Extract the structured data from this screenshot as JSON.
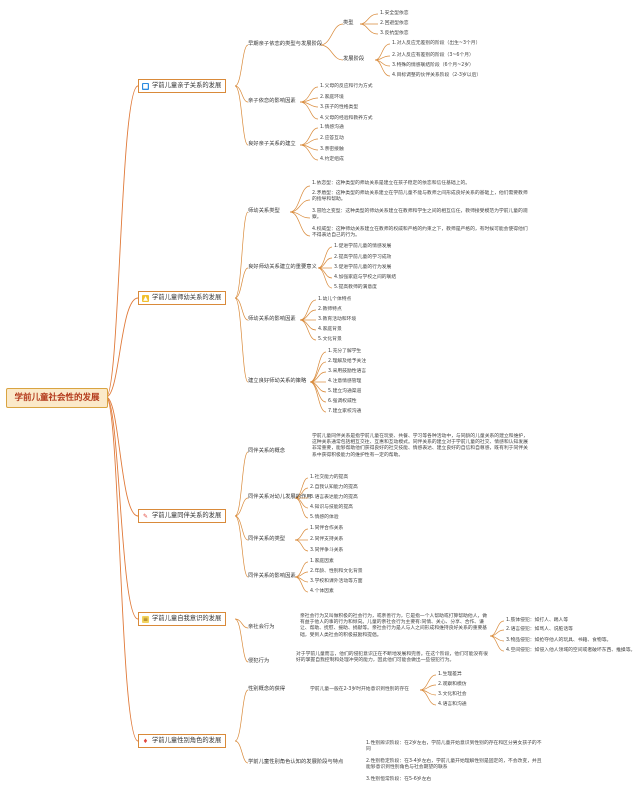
{
  "root": "学前儿童社会性的发展",
  "colors": {
    "connector": "#e07a3a",
    "root_fill": "#fbe9c9",
    "root_text": "#b33a1c"
  },
  "s1": {
    "title": "学前儿童亲子关系的发展",
    "icon": "blue-square-icon",
    "a": {
      "title": "早期亲子依恋的类型与发展阶段",
      "types": {
        "title": "类型",
        "items": [
          "1.安全型依恋",
          "2.回避型依恋",
          "3.反抗型依恋"
        ]
      },
      "stages": {
        "title": "发展阶段",
        "items": [
          "1.对人反应无差别的阶段（出生~3个月）",
          "2.对人反应有差别的阶段（3~6个月）",
          "3.特殊的情感联结阶段（6个月~2岁）",
          "4.目标调整的伙伴关系阶段（2-3岁以后）"
        ]
      }
    },
    "b": {
      "title": "亲子依恋的影响因素",
      "items": [
        "1.父母的反应和行为方式",
        "2.家庭环境",
        "3.孩子的性格类型",
        "4.父母的经验和教养方式"
      ]
    },
    "c": {
      "title": "良好亲子关系的建立",
      "items": [
        "1.情感沟通",
        "2.应答互动",
        "3.亲密接触",
        "4.约定组成"
      ]
    }
  },
  "s2": {
    "title": "学前儿童师幼关系的发展",
    "icon": "yellow-square-icon",
    "a": {
      "title": "师幼关系类型",
      "items": [
        "1.依恋型：这种类型的师幼关系是建立在孩子稳定的依恋和信任基础上的。",
        "2.矛盾型：这种类型的师幼关系建立在学前儿童不能与教师之间形成良好关系的基础上，他们需要教师的指导和帮助。",
        "3.冒险之变型：这种类型的师幼关系建立在教师和学生之间的相互信任，教师接受模范为学前儿童的观察。",
        "4.权威型：这种师幼关系建立在教师的权威和严格的约束之下，教师是严格的，有时候可能会使得他们不得表达自己的行为。"
      ]
    },
    "b": {
      "title": "良好师幼关系建立的重要意义",
      "items": [
        "1.促进学前儿童的情感发展",
        "2.提高学前儿童的学习成效",
        "3.促进学前儿童的行为发展",
        "4.加强家庭与学校之间的联结",
        "5.提高教师的满意度"
      ]
    },
    "c": {
      "title": "师幼关系的影响因素",
      "items": [
        "1.幼儿个体特点",
        "2.教师特点",
        "3.教育活动和环境",
        "4.家庭背景",
        "5.文化背景"
      ]
    },
    "d": {
      "title": "建立良好师幼关系的策略",
      "items": [
        "1.充分了解学生",
        "2.理解及给予关注",
        "3.采用鼓励性语言",
        "4.注意情感管理",
        "5.建立沟通渠道",
        "6.强调权威性",
        "7.建立家校沟通"
      ]
    }
  },
  "s3": {
    "title": "学前儿童同伴关系的发展",
    "icon": "pen-icon",
    "a": {
      "title": "同伴关系的概念",
      "text": "学前儿童同伴关系是指学前儿童在玩耍、共餐、学习等各种活动中，与同龄的儿童关系的建立和维护，这种关系通常包括相互交往、互惠和互动模式。同伴关系的建立对于学前儿童的社交、情感和认知发展非常重要，能够帮助他们获得良好的社交技能、情感表达、建立良好的自信和自尊感，既有利于同伴关系中获得积极能力的维护性有一定的帮助。"
    },
    "b": {
      "title": "同伴关系对幼儿发展的作用",
      "items": [
        "1.社交能力的提高",
        "2.自我认知能力的提高",
        "3.语言表达能力的提高",
        "4.知识与技能的提高",
        "5.情感的体验"
      ]
    },
    "c": {
      "title": "同伴关系的类型",
      "items": [
        "1.同伴合作关系",
        "2.同伴支持关系",
        "3.同伴争斗关系"
      ]
    },
    "d": {
      "title": "同伴关系的影响因素",
      "items": [
        "1.家庭因素",
        "2.年龄、性别和文化背景",
        "3.学校和课外活动等方面",
        "4.个体因素"
      ]
    }
  },
  "s4": {
    "title": "学前儿童自我意识的发展",
    "icon": "note-icon",
    "a": {
      "title": "亲社会行为",
      "text": "亲社会行为又叫做积极的社会行为，或亲善行为，它是指一个人帮助或打算帮助他人，做有益于他人的事的行为和倾向。儿童的亲社会行为主要有:同情、关心、分享、合作、谦让、帮助、抚慰、援助、捐献等。亲社会行为是人与人之间形成和维持良好关系的重要基础，受到人类社会的积极鼓励和提倡。"
    },
    "b": {
      "title": "侵犯行为",
      "text": "对于学前儿童而言，他们的侵犯意识正在不断地发展和完善。在这个阶段，他们可能没有很好的掌握自我控制和处理冲突的能力，因此他们可能会做出一些侵犯行为。",
      "items": [
        "1.肢体侵犯：如打人、踢人等",
        "2.语言侵犯：如骂人、说脏话等",
        "3.物品侵犯：如抢夺他人的玩具、书籍、食物等。",
        "4.空间侵犯：如侵入他人领域的空间或者破坏东西、推搡等。"
      ]
    }
  },
  "s5": {
    "title": "学前儿童性别角色的发展",
    "icon": "flame-icon",
    "a": {
      "title": "性别概念的获得",
      "text": "学前儿童一般在2-3岁时开始意识到性别的存在",
      "items": [
        "1.生理差异",
        "2.观察和模仿",
        "3.文化和社会",
        "4.语言和沟通"
      ]
    },
    "b": {
      "title": "学前儿童性别角色认知的发展阶段与特点",
      "items": [
        "1.性别辨识阶段：在2岁左右，学前儿童开始意识到性别的存在和区分男女孩子的不同",
        "2.性别稳定阶段：在3-4岁左右，学前儿童开始理解性别是固定的，不会改变，并且能够意识到性别角色与社会期望的联系",
        "3.性别恒常阶段：在5-6岁左右"
      ]
    }
  }
}
